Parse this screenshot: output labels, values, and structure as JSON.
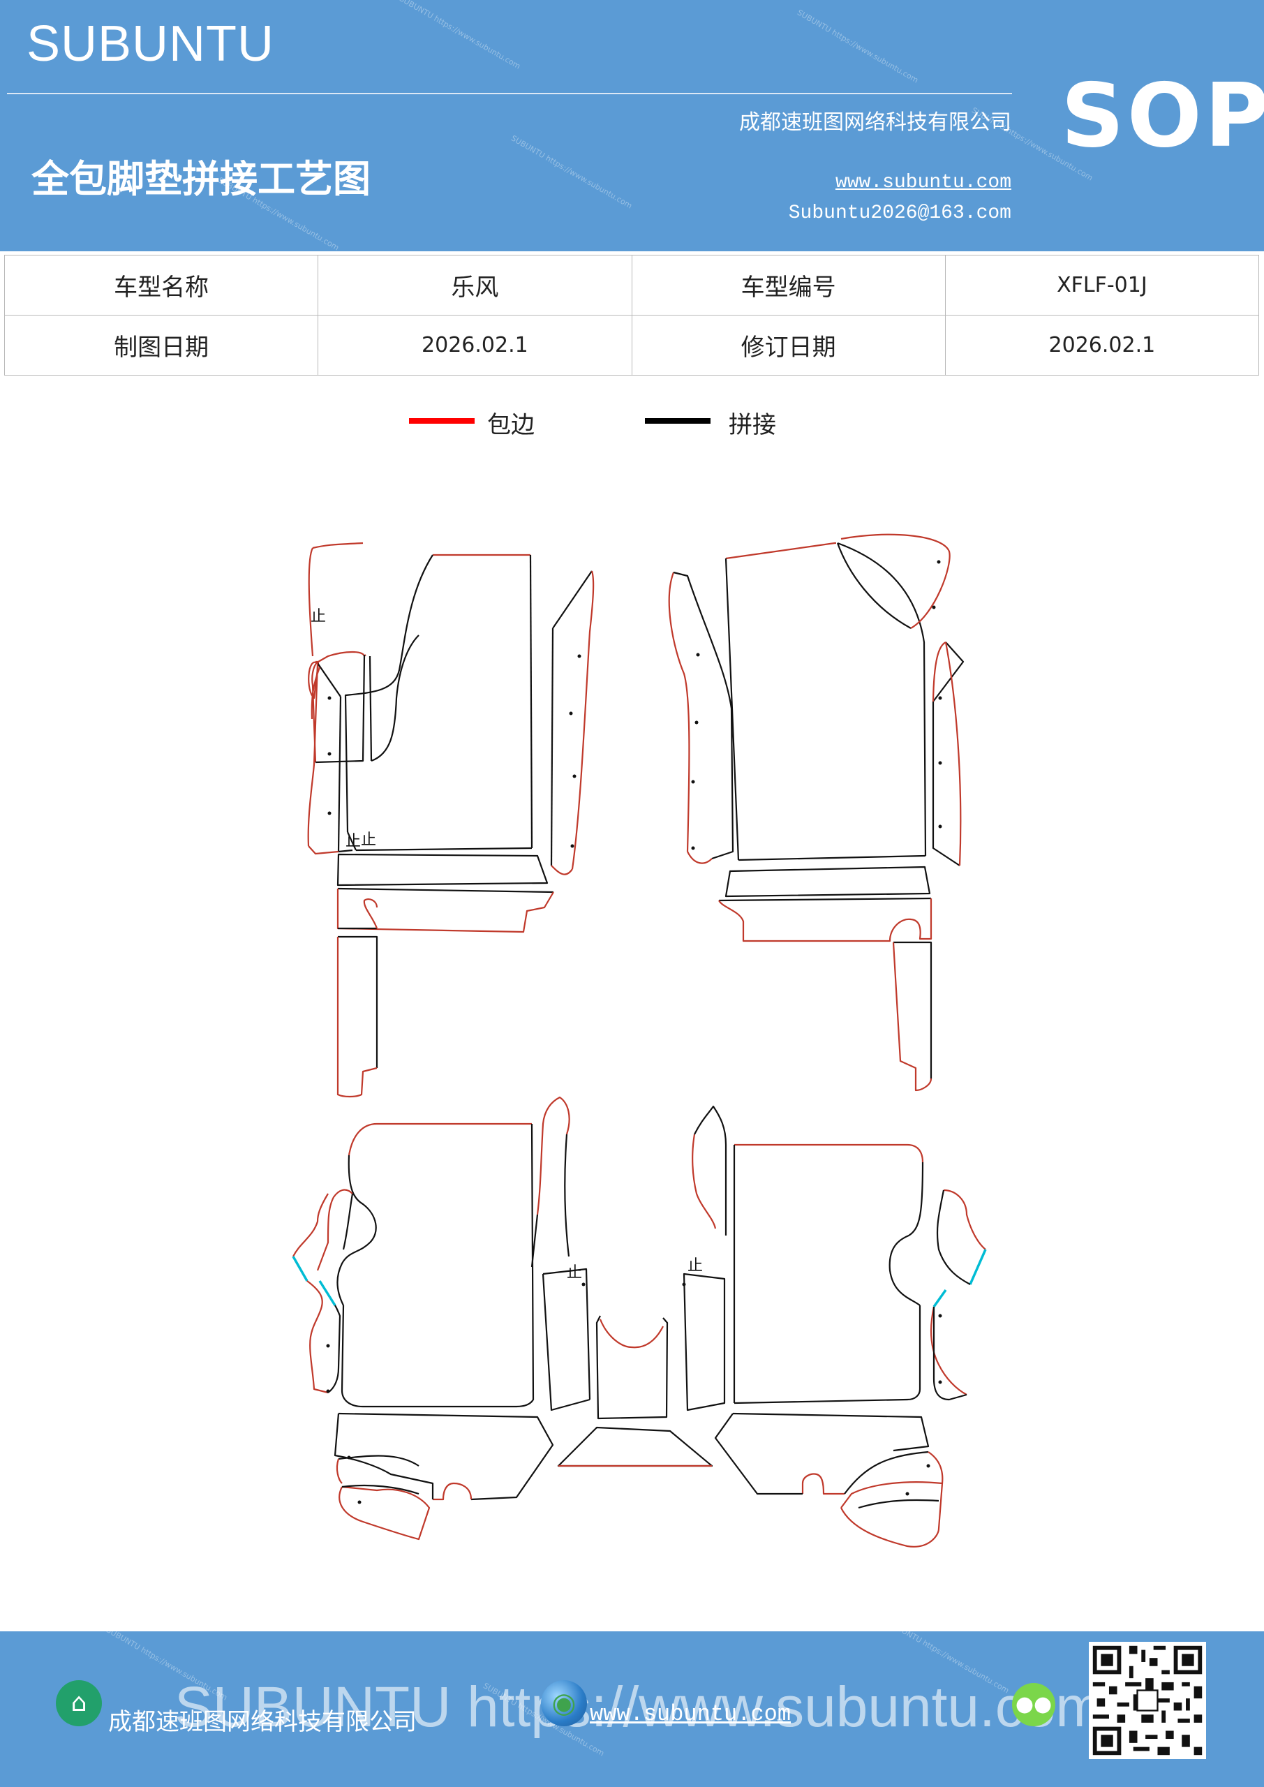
{
  "header": {
    "brand": "SUBUNTU",
    "company": "成都速班图网络科技有限公司",
    "sop": "SOP",
    "title": "全包脚垫拼接工艺图",
    "website": "www.subuntu.com",
    "email": "Subuntu2026@163.com",
    "background_color": "#5b9bd5"
  },
  "info_table": {
    "rows": [
      [
        {
          "label": "车型名称"
        },
        {
          "value": "乐风"
        },
        {
          "label": "车型编号"
        },
        {
          "value": "XFLF-01J"
        }
      ],
      [
        {
          "label": "制图日期"
        },
        {
          "value": "2026.02.1"
        },
        {
          "label": "修订日期"
        },
        {
          "value": "2026.02.1"
        }
      ]
    ]
  },
  "legend": {
    "items": [
      {
        "label": "包边",
        "color": "#ff0000"
      },
      {
        "label": "拼接",
        "color": "#000000"
      }
    ]
  },
  "drawing": {
    "edge_color": "#c0392b",
    "seam_color": "#111111",
    "highlight_color": "#00bcd4",
    "marker_text": "止"
  },
  "footer": {
    "company": "成都速班图网络科技有限公司",
    "website": "www.subuntu.com",
    "watermark": "SUBUNTU https://www.subuntu.com",
    "icons": [
      "home-icon",
      "globe-icon",
      "wechat-icon",
      "qr-code"
    ]
  }
}
